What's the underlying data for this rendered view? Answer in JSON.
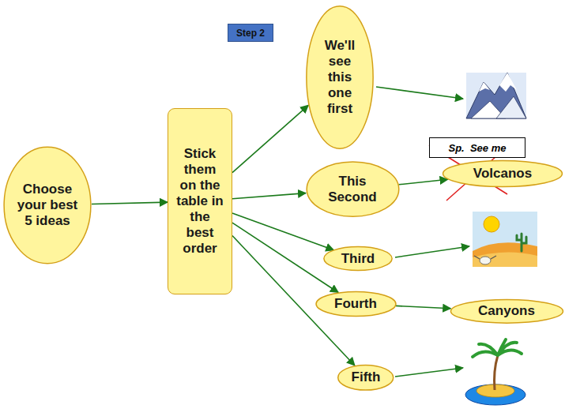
{
  "diagram": {
    "nodes": [
      {
        "text": [
          "Choose your best 5 ideas"
        ]
      },
      {
        "text": [
          "Stick them on the table in the best order"
        ]
      },
      {
        "text": [
          "We'll see this one first"
        ]
      },
      {
        "text": [
          "This Second"
        ]
      },
      {
        "text": [
          "Volcanos"
        ]
      },
      {
        "text": [
          "Third"
        ]
      },
      {
        "text": [
          "Fourth"
        ]
      },
      {
        "text": [
          "Canyons"
        ]
      },
      {
        "text": [
          "Fifth"
        ]
      }
    ],
    "edges": [
      {
        "from": 0,
        "to": 1,
        "arrow": "to"
      },
      {
        "from": 1,
        "to": 2,
        "arrow": "to"
      },
      {
        "from": 1,
        "to": 3,
        "arrow": "to"
      },
      {
        "from": 1,
        "to": 5,
        "arrow": "to"
      },
      {
        "from": 1,
        "to": 6,
        "arrow": "to"
      },
      {
        "from": 1,
        "to": 8,
        "arrow": "to"
      },
      {
        "from": 3,
        "to": 4,
        "arrow": "to"
      },
      {
        "from": 6,
        "to": 7,
        "arrow": "to"
      }
    ],
    "labels": [
      "Step 2",
      "Sp.  See me"
    ]
  }
}
